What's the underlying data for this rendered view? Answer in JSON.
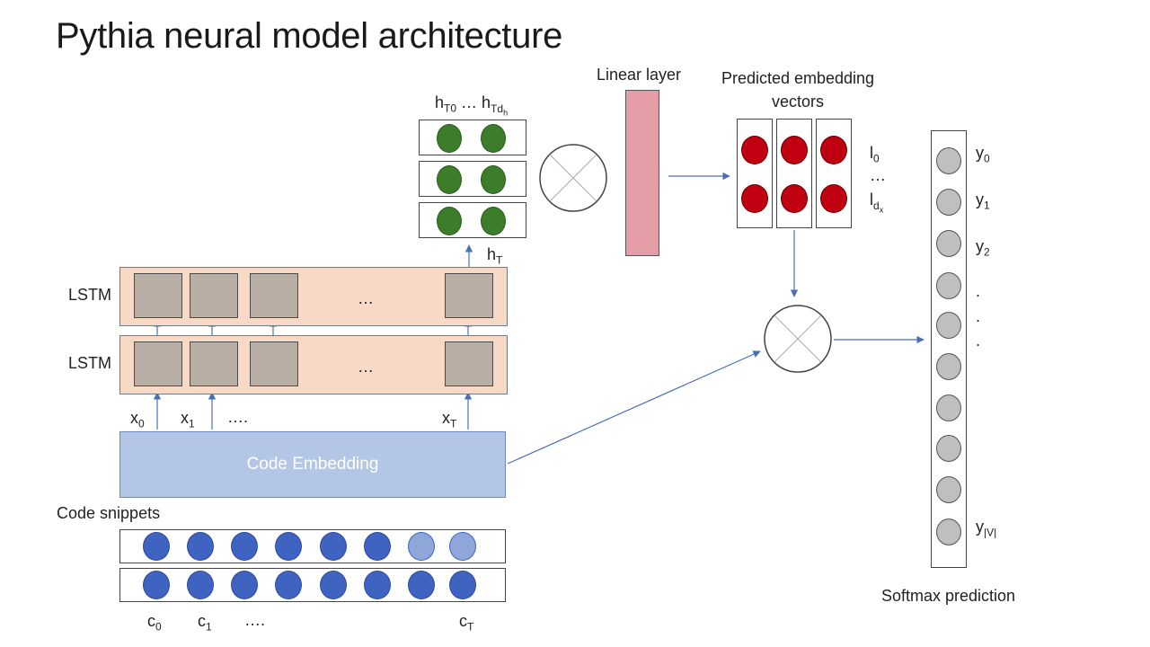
{
  "title": "Pythia neural model architecture",
  "labels": {
    "lstm_top": "LSTM",
    "lstm_bottom": "LSTM",
    "ellipsis": "…",
    "code_embedding": "Code Embedding",
    "code_snippets": "Code snippets",
    "linear_layer": "Linear layer",
    "predicted_line1": "Predicted embedding",
    "predicted_line2": "vectors",
    "softmax": "Softmax prediction",
    "dots4": "….",
    "vdot": "."
  },
  "inputs": {
    "x0": "x",
    "x0_sub": "0",
    "x1": "x",
    "x1_sub": "1",
    "xT": "x",
    "xT_sub": "T"
  },
  "snippets": {
    "c0": "c",
    "c0_sub": "0",
    "c1": "c",
    "c1_sub": "1",
    "cT": "c",
    "cT_sub": "T"
  },
  "hidden": {
    "hT": "h",
    "hT_sub": "T",
    "h_head": "h",
    "h_head_sub1": "T0",
    "h_head_mid": " … h",
    "h_head_sub2": "Td",
    "h_head_sub3": "h"
  },
  "l_labels": {
    "l0": "l",
    "l0_sub": "0",
    "mid": "…",
    "ld": "l",
    "ld_sub": "d",
    "ld_subsub": "x"
  },
  "y_labels": {
    "y0": "y",
    "y0_sub": "0",
    "y1": "y",
    "y1_sub": "1",
    "y2": "y",
    "y2_sub": "2",
    "yv": "y",
    "yv_sub": "|V|"
  },
  "colors": {
    "lstm_band": "#f8d9c6",
    "lstm_cell": "#b8aea3",
    "embedding": "#b4c6e6",
    "snippet_token": "#3f63c1",
    "snippet_token_faded": "#8ea6d8",
    "hidden_unit": "#3c7d2b",
    "predicted_unit": "#c00010",
    "linear_layer": "#e49da6",
    "softmax_unit": "#bfbfbf",
    "arrow": "#4a6fb5"
  }
}
